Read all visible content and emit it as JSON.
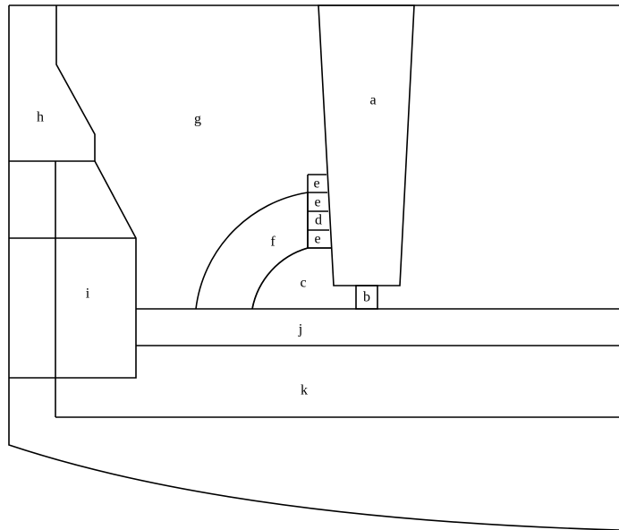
{
  "diagram": {
    "labels": {
      "a": "a",
      "b": "b",
      "c": "c",
      "d": "d",
      "e1": "e",
      "e2": "e",
      "e3": "e",
      "f": "f",
      "g": "g",
      "h": "h",
      "i": "i",
      "j": "j",
      "k": "k"
    },
    "colors": {
      "stroke": "#000000",
      "background": "#ffffff"
    }
  }
}
